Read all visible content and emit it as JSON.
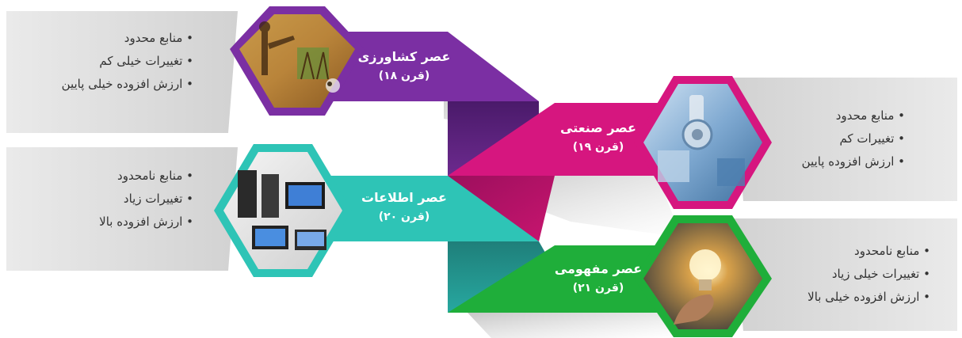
{
  "eras": [
    {
      "id": "agricultural",
      "title": "عصر کشاورزی",
      "century": "(قرن ۱۸)",
      "color": "#7b2fa3",
      "image_subject": "ancient-egyptian-harvest-painting",
      "features": [
        "منابع محدود",
        "تغییرات خیلی کم",
        "ارزش افزوده خیلی پایین"
      ]
    },
    {
      "id": "industrial",
      "title": "عصر صنعتی",
      "century": "(قرن ۱۹)",
      "color": "#d6167f",
      "image_subject": "industrial-robot-arm",
      "features": [
        "منابع محدود",
        "تغییرات کم",
        "ارزش افزوده پایین"
      ]
    },
    {
      "id": "information",
      "title": "عصر اطلاعات",
      "century": "(قرن ۲۰)",
      "color": "#2ec4b6",
      "image_subject": "computers-and-devices",
      "features": [
        "منابع نامحدود",
        "تغییرات زیاد",
        "ارزش افزوده بالا"
      ]
    },
    {
      "id": "conceptual",
      "title": "عصر مفهومی",
      "century": "(قرن ۲۱)",
      "color": "#1fae3a",
      "image_subject": "hand-holding-light-bulb",
      "features": [
        "منابع نامحدود",
        "تغییرات خیلی زیاد",
        "ارزش افزوده خیلی بالا"
      ]
    }
  ]
}
